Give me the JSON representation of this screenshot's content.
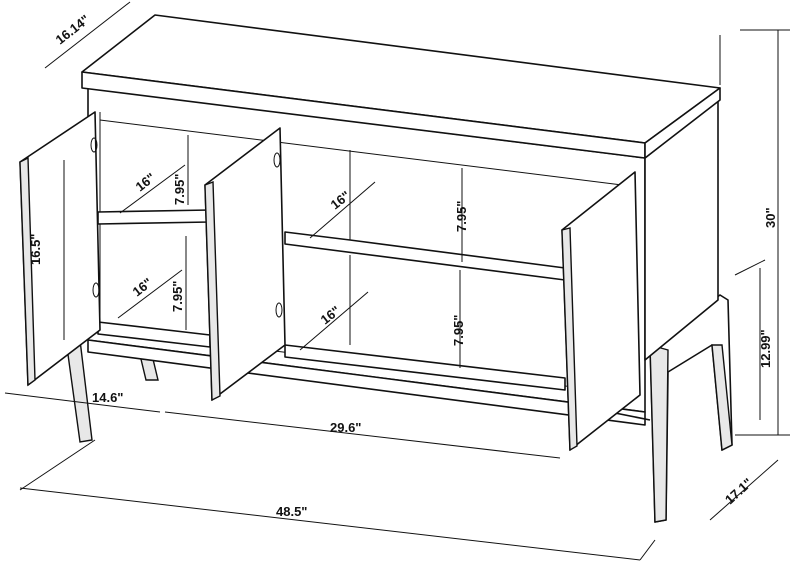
{
  "dimensions": {
    "top_depth": "16.14\"",
    "total_height": "30\"",
    "left_upper_shelf_depth": "16\"",
    "left_upper_shelf_height": "7.95\"",
    "left_door_height": "16.5\"",
    "left_lower_shelf_depth": "16\"",
    "left_lower_shelf_height": "7.95\"",
    "right_upper_shelf_depth": "16\"",
    "right_upper_shelf_height": "7.95\"",
    "right_lower_shelf_depth": "16\"",
    "right_lower_shelf_height": "7.95\"",
    "leg_height": "12.99\"",
    "left_compartment_width": "14.6\"",
    "right_compartment_width": "29.6\"",
    "total_width": "48.5\"",
    "total_depth": "17.1\""
  }
}
